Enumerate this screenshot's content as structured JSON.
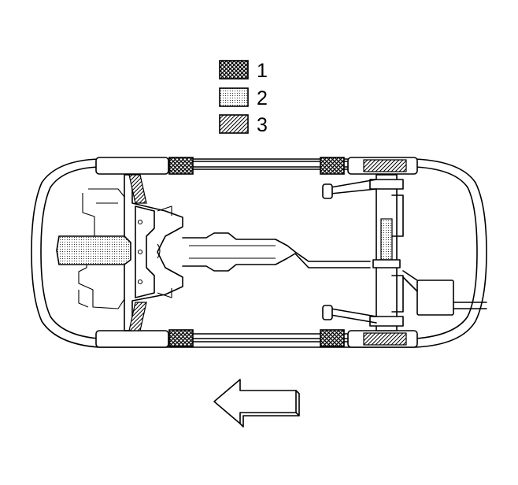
{
  "legend": {
    "items": [
      {
        "label": "1",
        "pattern": "crosshatch"
      },
      {
        "label": "2",
        "pattern": "dots"
      },
      {
        "label": "3",
        "pattern": "diagonal-hatch"
      }
    ]
  },
  "direction_arrow": {
    "direction": "left",
    "icon": "forward-arrow-icon"
  },
  "colors": {
    "ink": "#000000",
    "paper": "#ffffff"
  }
}
